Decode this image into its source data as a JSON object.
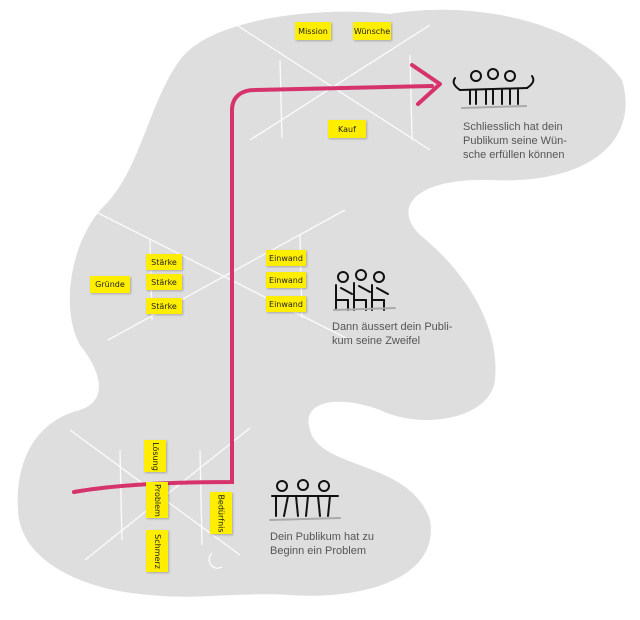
{
  "stages": [
    {
      "caption": "Dein Publikum hat zu\nBeginn ein Problem",
      "people_icon": "three-people-sitting-icon",
      "notes": [
        "Lösung",
        "Problem",
        "Schmerz",
        "Bedürfnis"
      ]
    },
    {
      "caption": "Dann äussert dein Publi-\nkum seine Zweifel",
      "people_icon": "three-people-chairs-icon",
      "notes": [
        "Gründe",
        "Stärke",
        "Stärke",
        "Stärke",
        "Einwand",
        "Einwand",
        "Einwand"
      ]
    },
    {
      "caption": "Schliesslich hat dein\nPublikum seine Wün-\nsche erfüllen können",
      "people_icon": "three-people-cheering-icon",
      "notes": [
        "Mission",
        "Wünsche",
        "Kauf"
      ]
    }
  ],
  "colors": {
    "background_shape": "#dedede",
    "path_arrow": "#d6336c",
    "sticky_note": "#ffee00",
    "caption_text": "#555555"
  }
}
